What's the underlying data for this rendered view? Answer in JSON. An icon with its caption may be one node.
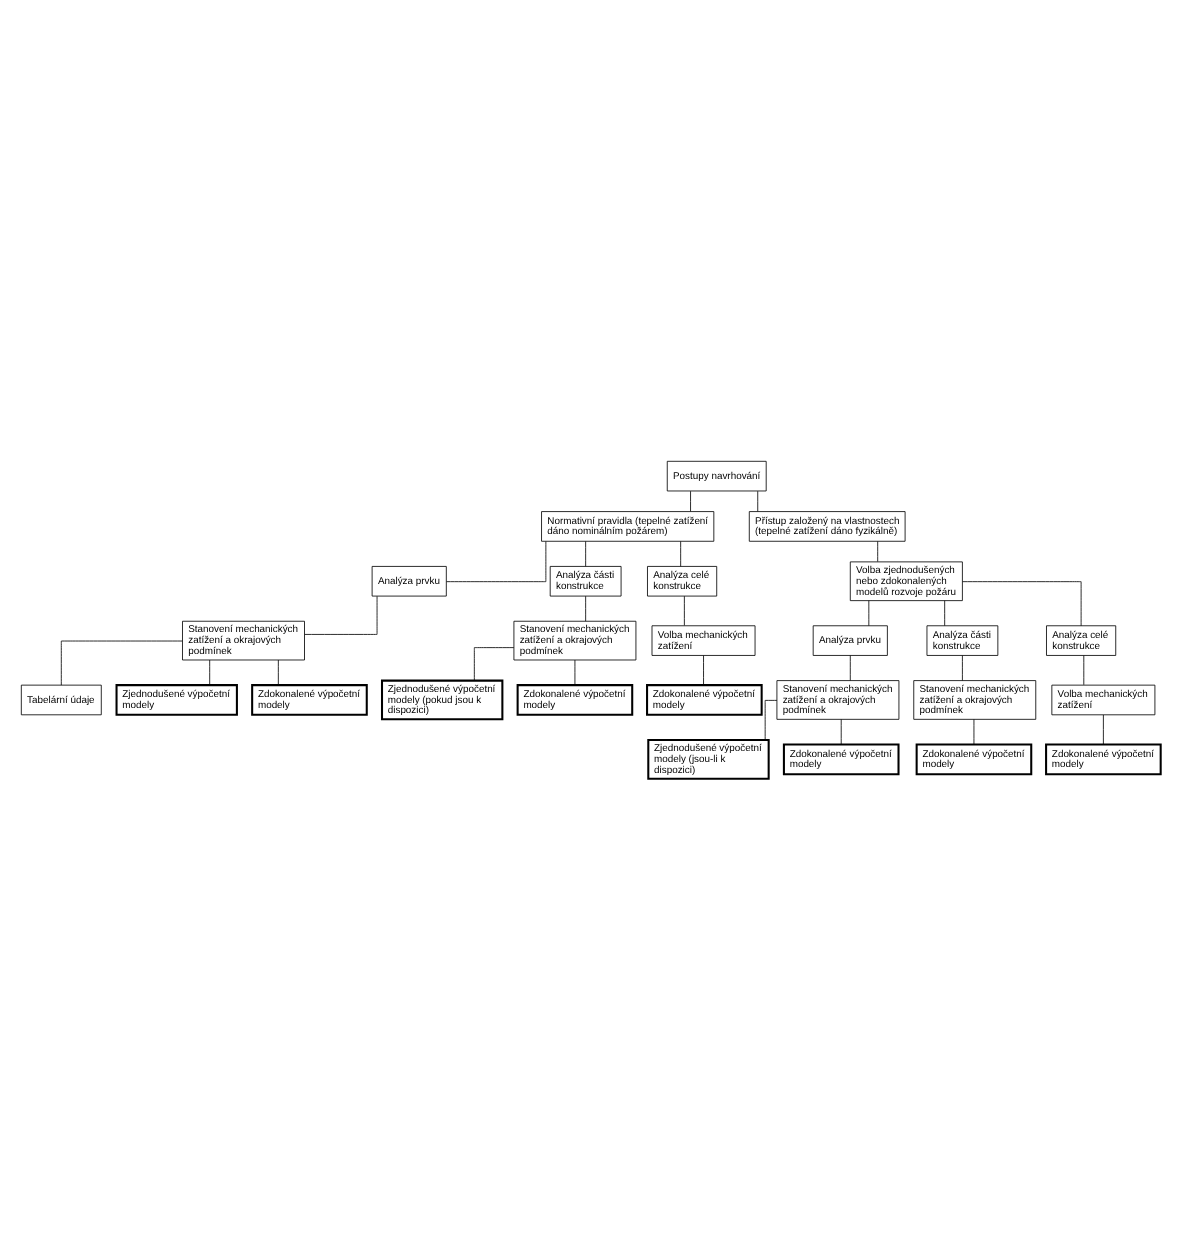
{
  "diagram": {
    "nodes": [
      {
        "text": [
          "Postupy navrhování"
        ]
      },
      {
        "text": [
          "Normativní pravidla (tepelné zatížení dáno nominálním požárem)"
        ]
      },
      {
        "text": [
          "Analýza prvku"
        ]
      },
      {
        "text": [
          "Analýza části konstrukce"
        ]
      },
      {
        "text": [
          "Analýza celé konstrukce"
        ]
      },
      {
        "text": [
          "Stanovení mechanických zatížení a okrajových podmínek"
        ]
      },
      {
        "text": [
          "Stanovení mechanických zatížení a okrajových podmínek"
        ]
      },
      {
        "text": [
          "Volba mechanických zatížení"
        ]
      },
      {
        "text": [
          "Tabelární údaje"
        ]
      },
      {
        "text": [
          "Zjednodušené výpočetní modely"
        ]
      },
      {
        "text": [
          "Zdokonalené výpočetní modely"
        ]
      },
      {
        "text": [
          "Zjednodušené výpočetní modely (pokud jsou k dispozici)"
        ]
      },
      {
        "text": [
          "Zdokonalené výpočetní modely"
        ]
      },
      {
        "text": [
          "Zdokonalené výpočetní modely"
        ]
      },
      {
        "text": [
          "Přístup založený na vlastnostech (tepelné zatížení dáno fyzikálně)"
        ]
      },
      {
        "text": [
          "Volba zjednodušených nebo zdokonalených modelů rozvoje požáru"
        ]
      },
      {
        "text": [
          "Analýza prvku"
        ]
      },
      {
        "text": [
          "Analýza části konstrukce"
        ]
      },
      {
        "text": [
          "Analýza celé konstrukce"
        ]
      },
      {
        "text": [
          "Stanovení mechanických zatížení a okrajových podmínek"
        ]
      },
      {
        "text": [
          "Stanovení mechanických zatížení a okrajových podmínek"
        ]
      },
      {
        "text": [
          "Volba mechanických zatížení"
        ]
      },
      {
        "text": [
          "Zjednodušené výpočetní modely (jsou-li k dispozici)"
        ]
      },
      {
        "text": [
          "Zdokonalené výpočetní modely"
        ]
      },
      {
        "text": [
          "Zdokonalené výpočetní modely"
        ]
      },
      {
        "text": [
          "Zdokonalené výpočetní modely"
        ]
      }
    ],
    "edges": [
      {
        "from": 0,
        "to": 1,
        "arrow": "none"
      },
      {
        "from": 0,
        "to": 14,
        "arrow": "none"
      },
      {
        "from": 1,
        "to": 2,
        "arrow": "none"
      },
      {
        "from": 1,
        "to": 3,
        "arrow": "none"
      },
      {
        "from": 1,
        "to": 4,
        "arrow": "none"
      },
      {
        "from": 2,
        "to": 5,
        "arrow": "none"
      },
      {
        "from": 3,
        "to": 6,
        "arrow": "none"
      },
      {
        "from": 4,
        "to": 7,
        "arrow": "none"
      },
      {
        "from": 5,
        "to": 8,
        "arrow": "none"
      },
      {
        "from": 5,
        "to": 9,
        "arrow": "none"
      },
      {
        "from": 5,
        "to": 10,
        "arrow": "none"
      },
      {
        "from": 6,
        "to": 11,
        "arrow": "none"
      },
      {
        "from": 6,
        "to": 12,
        "arrow": "none"
      },
      {
        "from": 7,
        "to": 13,
        "arrow": "none"
      },
      {
        "from": 14,
        "to": 15,
        "arrow": "none"
      },
      {
        "from": 15,
        "to": 16,
        "arrow": "none"
      },
      {
        "from": 15,
        "to": 17,
        "arrow": "none"
      },
      {
        "from": 15,
        "to": 18,
        "arrow": "none"
      },
      {
        "from": 16,
        "to": 19,
        "arrow": "none"
      },
      {
        "from": 17,
        "to": 20,
        "arrow": "none"
      },
      {
        "from": 18,
        "to": 21,
        "arrow": "none"
      },
      {
        "from": 19,
        "to": 22,
        "arrow": "none"
      },
      {
        "from": 19,
        "to": 23,
        "arrow": "none"
      },
      {
        "from": 20,
        "to": 24,
        "arrow": "none"
      },
      {
        "from": 21,
        "to": 25,
        "arrow": "none"
      }
    ]
  }
}
